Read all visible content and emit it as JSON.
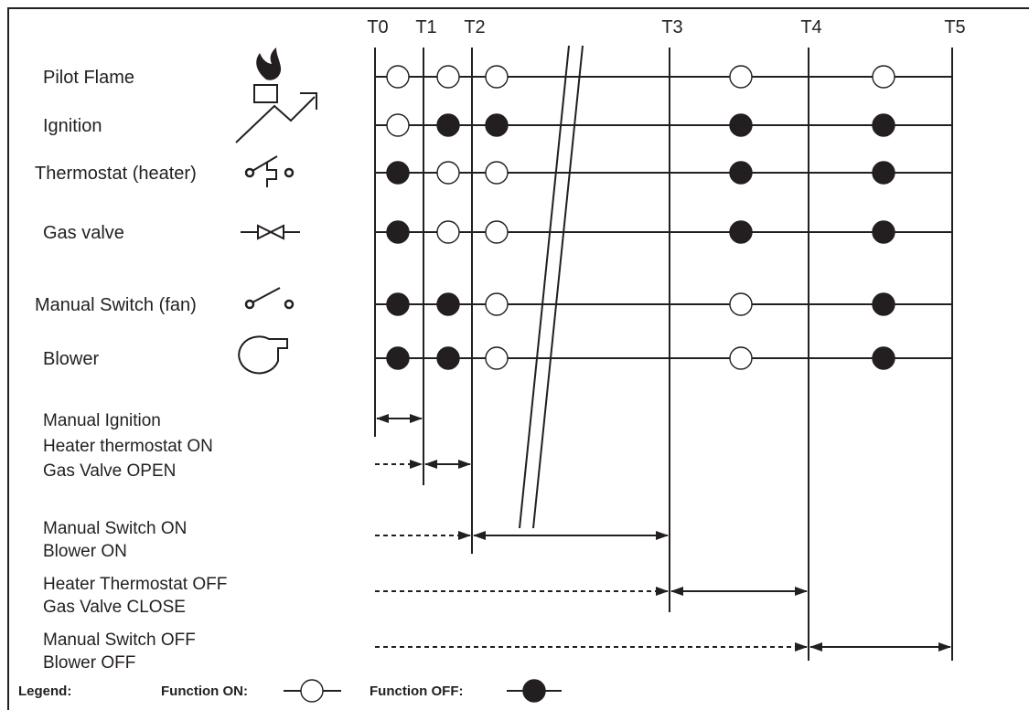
{
  "time_markers": [
    "T0",
    "T1",
    "T2",
    "T3",
    "T4",
    "T5"
  ],
  "rows": [
    {
      "label": "Pilot Flame",
      "icon": "pilot-flame-icon",
      "states": [
        "on",
        "on",
        "on",
        "on",
        "on"
      ]
    },
    {
      "label": "Ignition",
      "icon": "ignition-spark-icon",
      "states": [
        "on",
        "off",
        "off",
        "off",
        "off"
      ]
    },
    {
      "label": "Thermostat (heater)",
      "icon": "thermostat-switch-icon",
      "states": [
        "off",
        "on",
        "on",
        "off",
        "off"
      ]
    },
    {
      "label": "Gas valve",
      "icon": "gas-valve-icon",
      "states": [
        "off",
        "on",
        "on",
        "off",
        "off"
      ]
    },
    {
      "label": "Manual Switch (fan)",
      "icon": "manual-switch-icon",
      "states": [
        "off",
        "off",
        "on",
        "on",
        "off"
      ]
    },
    {
      "label": "Blower",
      "icon": "blower-icon",
      "states": [
        "off",
        "off",
        "on",
        "on",
        "off"
      ]
    }
  ],
  "phases": [
    {
      "lines": [
        "Manual Ignition"
      ],
      "from": "T0",
      "to": "T1"
    },
    {
      "lines": [
        "Heater thermostat ON",
        "Gas Valve OPEN"
      ],
      "from": "T1",
      "to": "T2"
    },
    {
      "lines": [
        "Manual Switch ON",
        "Blower ON"
      ],
      "from": "T2",
      "to": "T3"
    },
    {
      "lines": [
        "Heater Thermostat OFF",
        "Gas Valve CLOSE"
      ],
      "from": "T3",
      "to": "T4"
    },
    {
      "lines": [
        "Manual Switch OFF",
        "Blower OFF"
      ],
      "from": "T4",
      "to": "T5"
    }
  ],
  "legend": {
    "title": "Legend:",
    "on_label": "Function ON:",
    "off_label": "Function OFF:"
  },
  "colors": {
    "ink": "#231f20",
    "on_fill": "#ffffff",
    "off_fill": "#231f20"
  }
}
